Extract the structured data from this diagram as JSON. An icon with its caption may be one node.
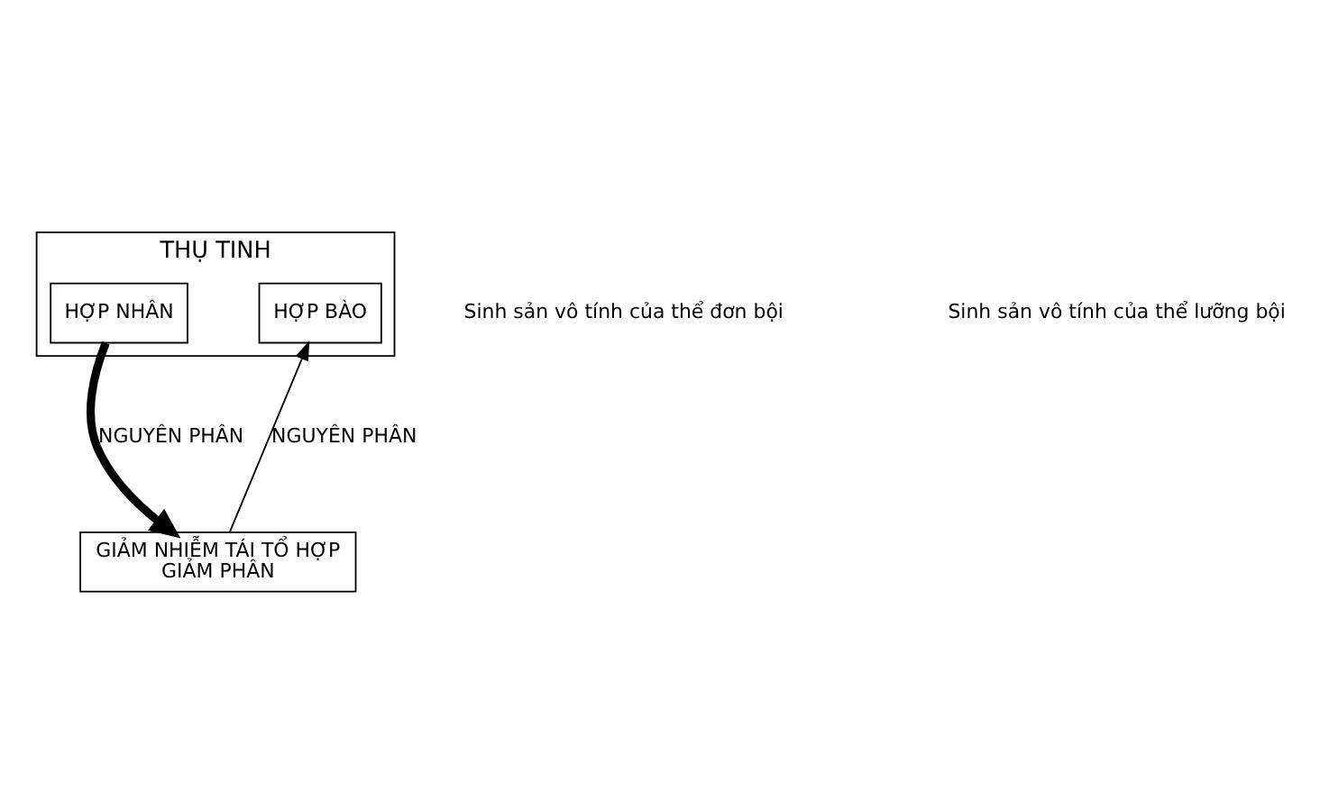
{
  "diagram": {
    "nodes": [
      {
        "text": [
          "THỤ TINH"
        ]
      },
      {
        "text": [
          "HỢP BÀO"
        ],
        "in": 0
      },
      {
        "text": [
          "HỢP NHÂN"
        ],
        "in": 0
      },
      {
        "text": [
          "GIẢM NHIỄM TÁI TỔ HỢP",
          "GIẢM PHÂN"
        ]
      }
    ],
    "edges": [
      {
        "from": 2,
        "to": 3,
        "arrow": "to",
        "label": "NGUYÊN PHÂN",
        "style": "thick"
      },
      {
        "from": 3,
        "to": 1,
        "arrow": "to",
        "label": "NGUYÊN PHÂN"
      }
    ],
    "labels": [
      "Sinh sản vô tính của thể đơn bội",
      "Sinh sản vô tính của thể lưỡng bội"
    ]
  }
}
